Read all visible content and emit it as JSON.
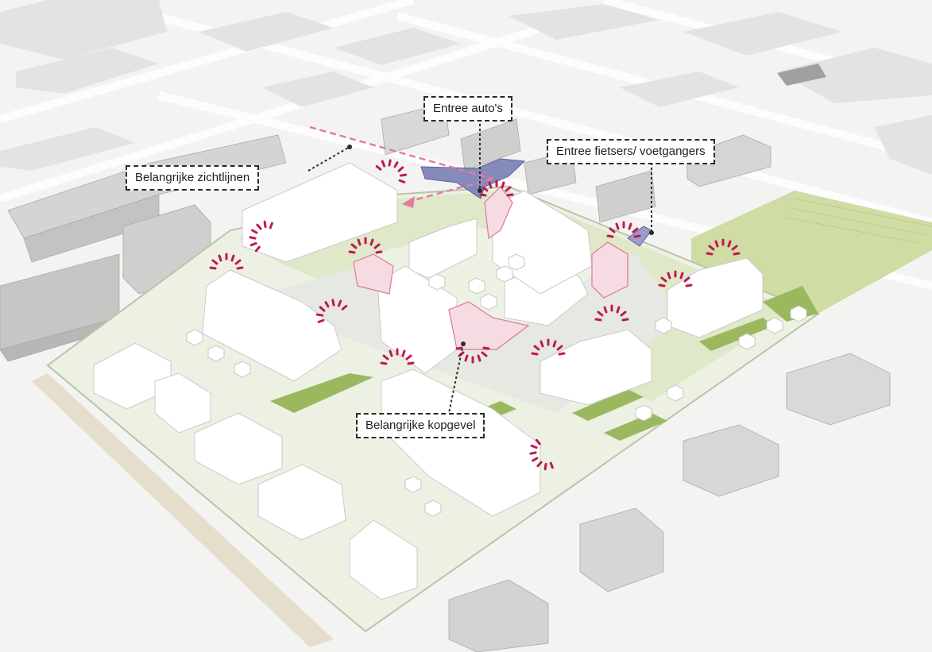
{
  "labels": {
    "entree_autos": "Entree auto's",
    "entree_fietsers": "Entree fietsers/ voetgangers",
    "zichtlijnen": "Belangrijke zichtlijnen",
    "kopgevel": "Belangrijke kopgevel"
  },
  "colors": {
    "background": "#f3f4f1",
    "context_building": "#e3e4e1",
    "grey_building": "#cfd0cd",
    "site_green": "#dfe8c8",
    "hedge": "#9bb85f",
    "courtyard": "#e6e8e2",
    "white_building": "#ffffff",
    "pink_building": "#f7dbe3",
    "accent_magenta": "#c0194f",
    "car_entrance": "#7b7fb6",
    "sightline": "#e27d9f"
  }
}
